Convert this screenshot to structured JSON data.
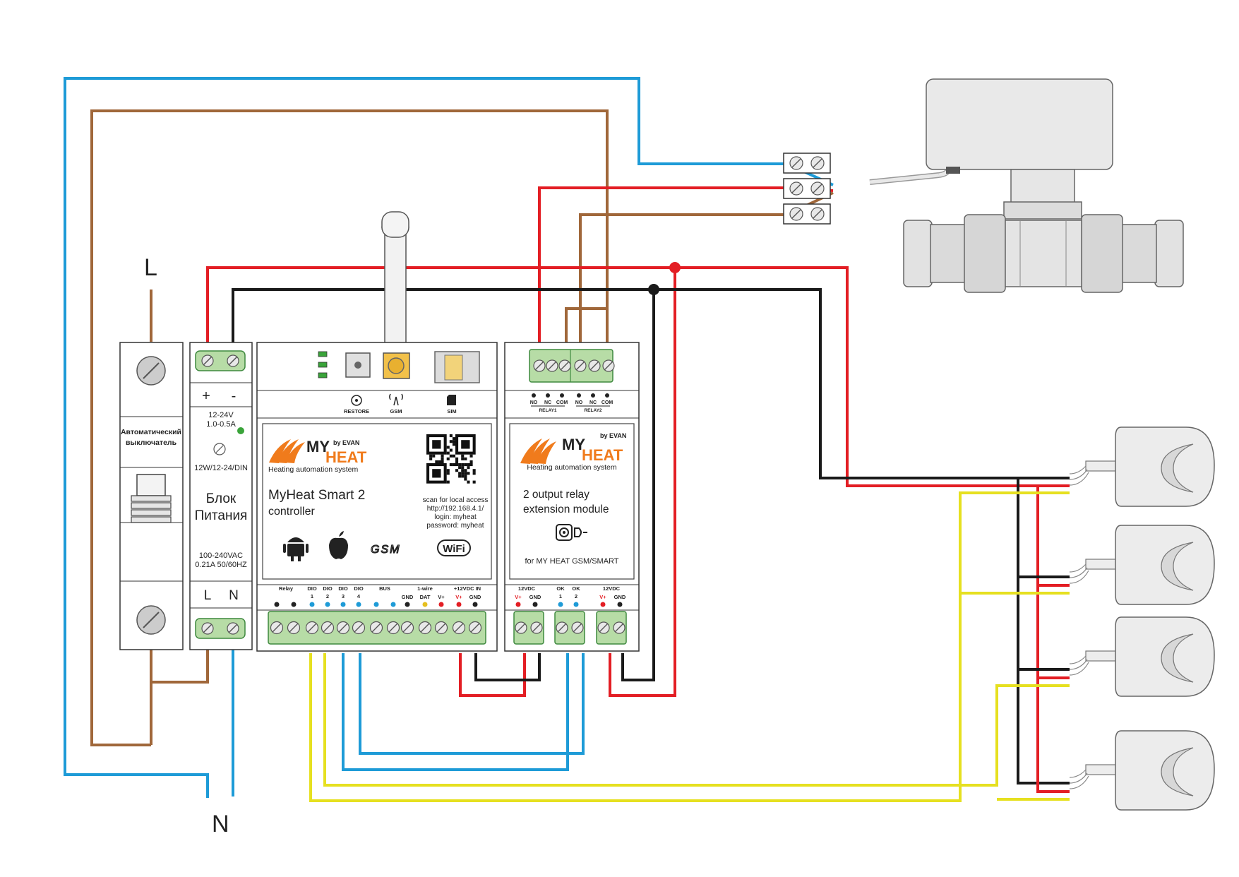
{
  "labels": {
    "line": "L",
    "neutral": "N"
  },
  "breaker": {
    "line1": "Автоматический",
    "line2": "выключатель"
  },
  "psu": {
    "plus": "+",
    "minus": "-",
    "rating1": "12-24V",
    "rating2": "1.0-0.5A",
    "model": "12W/12-24/DIN",
    "name1": "Блок",
    "name2": "Питания",
    "input1": "100-240VAC",
    "input2": "0.21A 50/60HZ",
    "L": "L",
    "N": "N"
  },
  "controller": {
    "restore": "RESTORE",
    "gsm": "GSM",
    "sim": "SIM",
    "brand_by": "by EVAN",
    "brand_my": "MY",
    "brand_heat": "HEAT",
    "tagline": "Heating automation system",
    "title1": "MyHeat Smart 2",
    "title2": "controller",
    "access1": "scan for local access",
    "access2": "http://192.168.4.1/",
    "access3": "login: myheat",
    "access4": "password: myheat",
    "gsm_logo": "GSM",
    "wifi_logo": "WiFi",
    "term_relay": "Relay",
    "term_dio1": "DIO",
    "term_dio2": "DIO",
    "term_dio3": "DIO",
    "term_dio4": "DIO",
    "term_n1": "1",
    "term_n2": "2",
    "term_n3": "3",
    "term_n4": "4",
    "term_bus": "BUS",
    "term_1wire": "1-wire",
    "term_gnd": "GND",
    "term_dat": "DAT",
    "term_vplus": "V+",
    "term_12vdc_in": "+12VDC IN",
    "term_vplus2": "V+",
    "term_gnd2": "GND"
  },
  "relay_module": {
    "no1": "NO",
    "nc1": "NC",
    "com1": "COM",
    "no2": "NO",
    "nc2": "NC",
    "com2": "COM",
    "relay1": "RELAY1",
    "relay2": "RELAY2",
    "brand_by": "by EVAN",
    "brand_my": "MY",
    "brand_heat": "HEAT",
    "tagline": "Heating automation system",
    "title1": "2 output relay",
    "title2": "extension module",
    "compat": "for MY HEAT GSM/SMART",
    "t_12vdc_a": "12VDC",
    "t_vplus": "V+",
    "t_gnd": "GND",
    "t_ok1": "OK",
    "t_ok2": "OK",
    "t_1": "1",
    "t_2": "2",
    "t_12vdc_b": "12VDC",
    "t_vplus_b": "V+",
    "t_gnd_b": "GND"
  },
  "colors": {
    "red": "#e31e24",
    "black": "#1a1a1a",
    "blue": "#1e9bd7",
    "brown": "#a0673a",
    "yellow": "#e6e020",
    "green": "#5cb85c"
  }
}
